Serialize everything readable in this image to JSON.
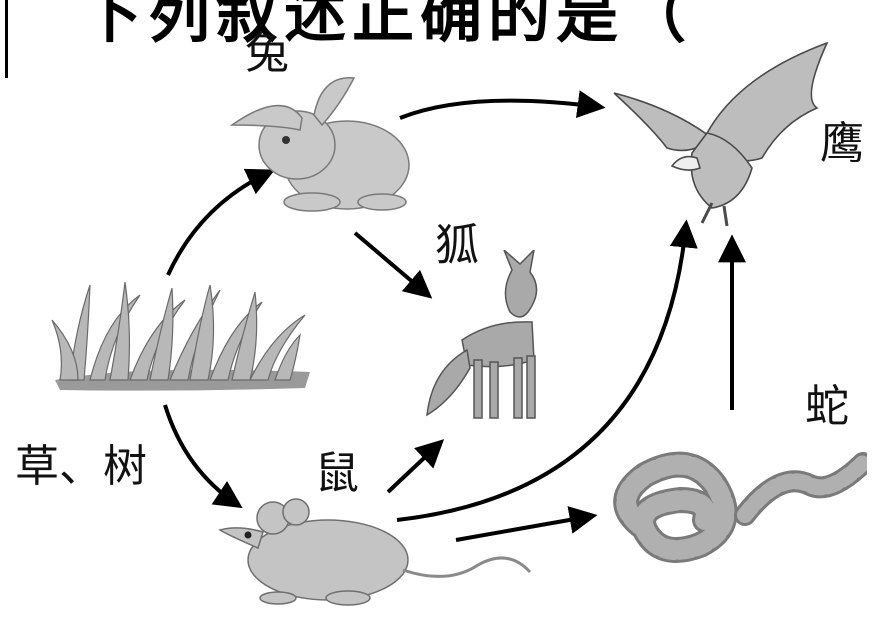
{
  "header": {
    "title_fragment": "下列叙述正确的是（"
  },
  "labels": {
    "grass_tree": "草、树",
    "rabbit": "兔",
    "fox": "狐",
    "mouse": "鼠",
    "snake": "蛇",
    "eagle": "鹰"
  },
  "food_web": {
    "nodes": [
      "草、树",
      "兔",
      "鼠",
      "狐",
      "蛇",
      "鹰"
    ],
    "edges": [
      [
        "草、树",
        "兔"
      ],
      [
        "草、树",
        "鼠"
      ],
      [
        "兔",
        "狐"
      ],
      [
        "兔",
        "鹰"
      ],
      [
        "鼠",
        "狐"
      ],
      [
        "鼠",
        "鹰"
      ],
      [
        "鼠",
        "蛇"
      ],
      [
        "蛇",
        "鹰"
      ]
    ]
  },
  "colors": {
    "arrow": "#000000",
    "organism_fill": "#bdbdbd"
  }
}
